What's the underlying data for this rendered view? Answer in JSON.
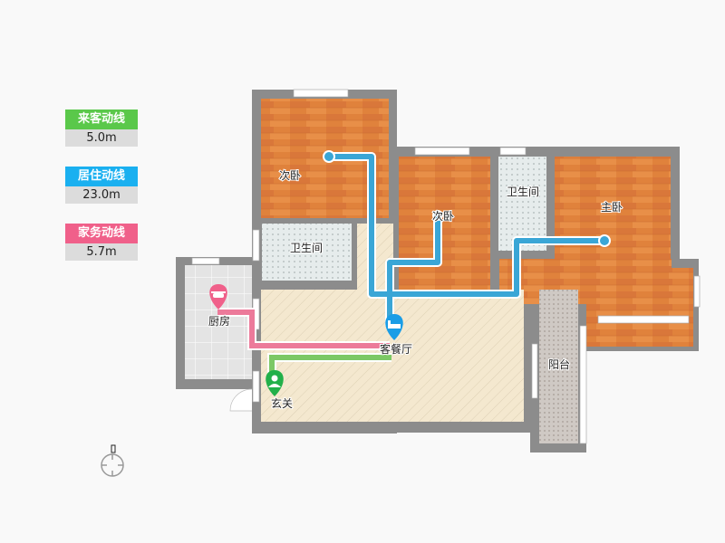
{
  "legend": [
    {
      "label": "来客动线",
      "value": "5.0m",
      "color": "#5ac84a"
    },
    {
      "label": "居住动线",
      "value": "23.0m",
      "color": "#1ab0f0"
    },
    {
      "label": "家务动线",
      "value": "5.7m",
      "color": "#f0608a"
    }
  ],
  "rooms": {
    "bedroom_nw": "次卧",
    "bedroom_mid": "次卧",
    "bathroom_n": "卫生间",
    "master": "主卧",
    "bathroom_w": "卫生间",
    "kitchen": "厨房",
    "living": "客餐厅",
    "balcony": "阳台",
    "entry": "玄关"
  },
  "markers": {
    "kitchen": "pot-icon",
    "living": "bed-icon",
    "entry": "person-icon"
  },
  "compass": {
    "icon": "compass-icon"
  }
}
